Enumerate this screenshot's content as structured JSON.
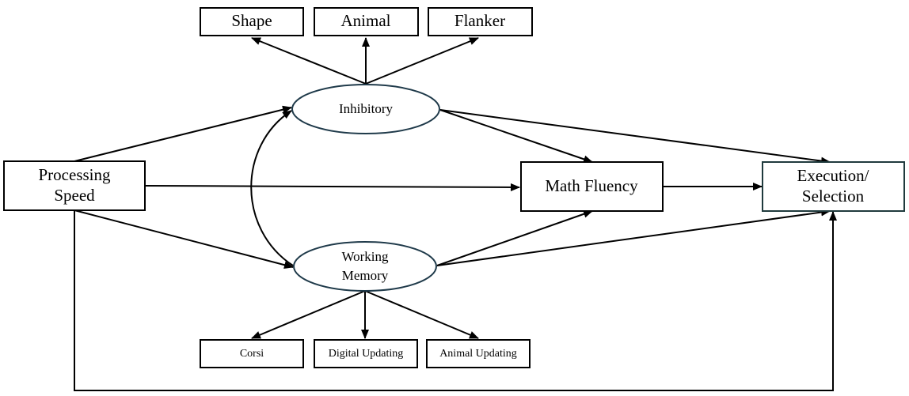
{
  "nodes": {
    "shape": "Shape",
    "animal": "Animal",
    "flanker": "Flanker",
    "inhibitory": "Inhibitory",
    "processing_speed": [
      "Processing",
      "Speed"
    ],
    "math_fluency": "Math Fluency",
    "execution_selection": [
      "Execution/",
      "Selection"
    ],
    "working_memory": [
      "Working",
      "Memory"
    ],
    "corsi": "Corsi",
    "digital_updating": "Digital Updating",
    "animal_updating": "Animal Updating"
  }
}
